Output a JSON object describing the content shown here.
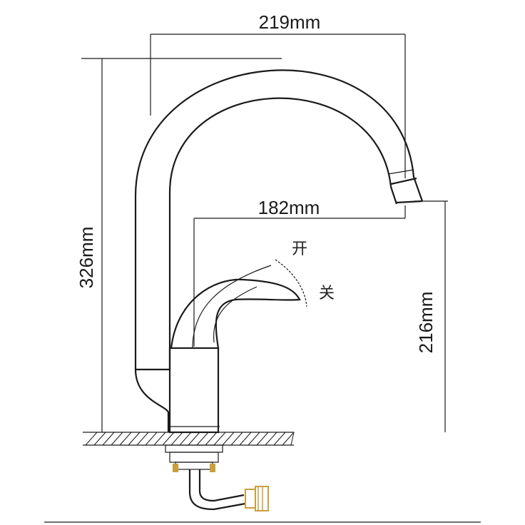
{
  "dimensions": {
    "top_width": "219mm",
    "spout_reach": "182mm",
    "total_height": "326mm",
    "spout_height": "216mm"
  },
  "handle_labels": {
    "open": "开",
    "close": "关"
  },
  "colors": {
    "line": "#1a1a1a",
    "fitting": "#c8a040",
    "background": "#ffffff"
  }
}
